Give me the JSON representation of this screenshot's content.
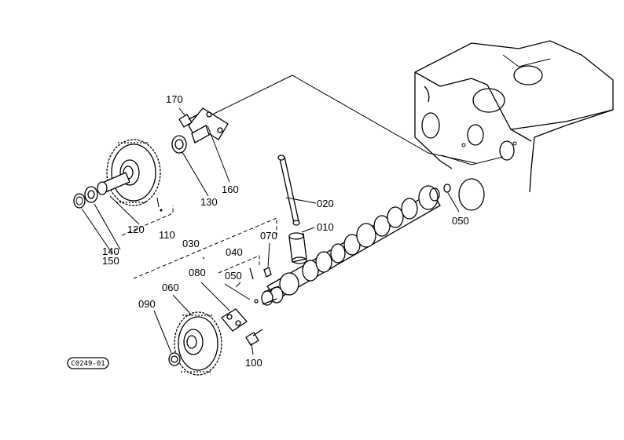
{
  "diagram": {
    "code": "C0249-01",
    "labels": {
      "p170": "170",
      "p160": "160",
      "p130": "130",
      "p110": "110",
      "p120": "120",
      "p140": "140",
      "p150": "150",
      "p020": "020",
      "p010": "010",
      "p050a": "050",
      "p030": "030",
      "p070": "070",
      "p040": "040",
      "p050b": "050",
      "p080": "080",
      "p060": "060",
      "p090": "090",
      "p100": "100"
    }
  }
}
